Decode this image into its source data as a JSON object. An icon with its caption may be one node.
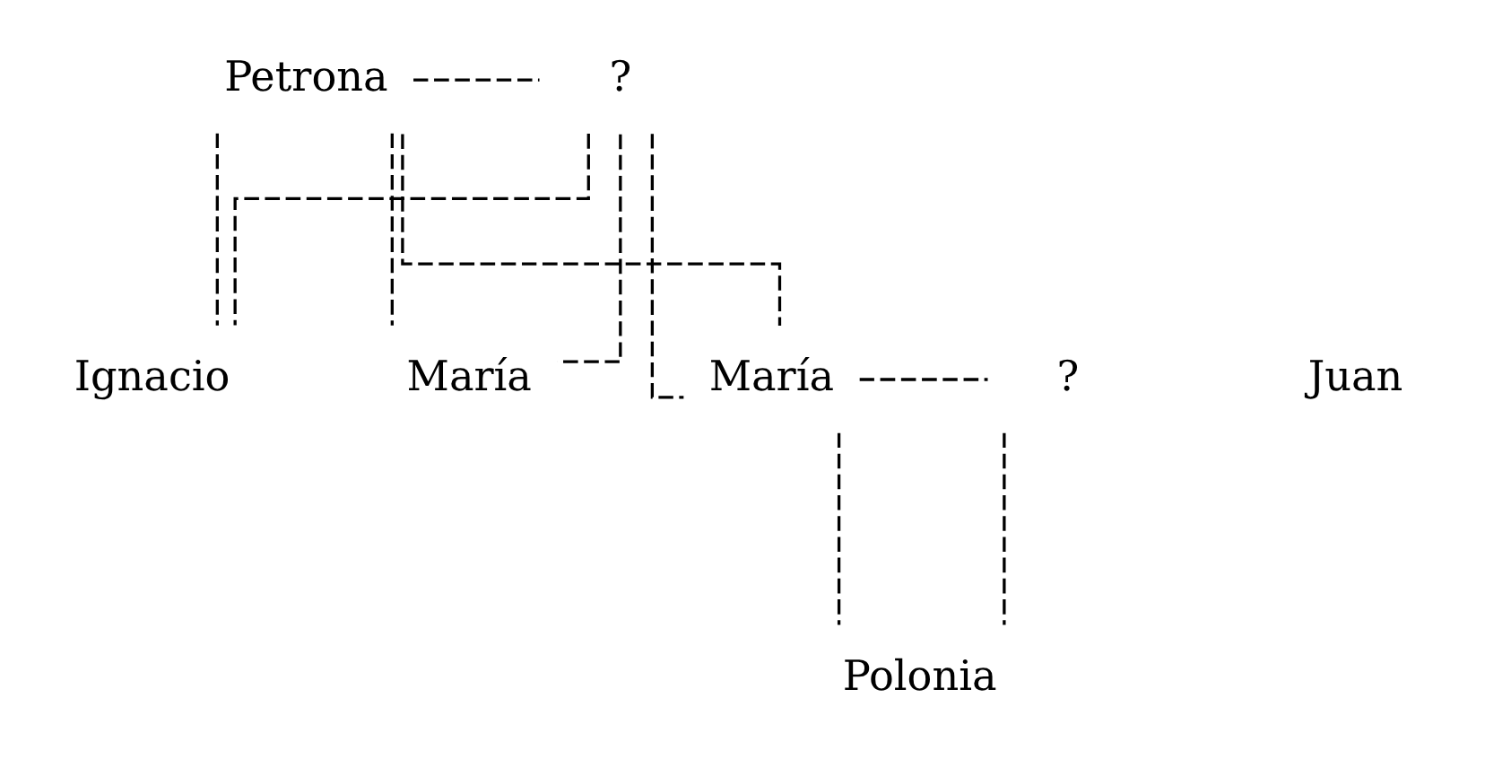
{
  "diagram": {
    "nodes": [
      {
        "text": [
          "Petrona"
        ]
      },
      {
        "text": [
          "?"
        ]
      },
      {
        "text": [
          "Ignacio"
        ]
      },
      {
        "text": [
          "María"
        ]
      },
      {
        "text": [
          "Juan"
        ]
      },
      {
        "text": [
          "María"
        ]
      },
      {
        "text": [
          "?"
        ]
      },
      {
        "text": [
          "Polonia"
        ]
      }
    ],
    "edges": [
      {
        "from": 0,
        "to": 1,
        "arrow": "none",
        "style": "dashed"
      },
      {
        "from": 0,
        "to": 2,
        "arrow": "none",
        "style": "dashed"
      },
      {
        "from": 1,
        "to": 2,
        "arrow": "none",
        "style": "dashed"
      },
      {
        "from": 0,
        "to": 3,
        "arrow": "none",
        "style": "dashed"
      },
      {
        "from": 1,
        "to": 3,
        "arrow": "none",
        "style": "dashed"
      },
      {
        "from": 0,
        "to": 5,
        "arrow": "none",
        "style": "dashed"
      },
      {
        "from": 1,
        "to": 5,
        "arrow": "none",
        "style": "dashed"
      },
      {
        "from": 5,
        "to": 6,
        "arrow": "none",
        "style": "dashed"
      },
      {
        "from": 5,
        "to": 7,
        "arrow": "none",
        "style": "dashed"
      },
      {
        "from": 6,
        "to": 7,
        "arrow": "none",
        "style": "dashed"
      }
    ]
  }
}
